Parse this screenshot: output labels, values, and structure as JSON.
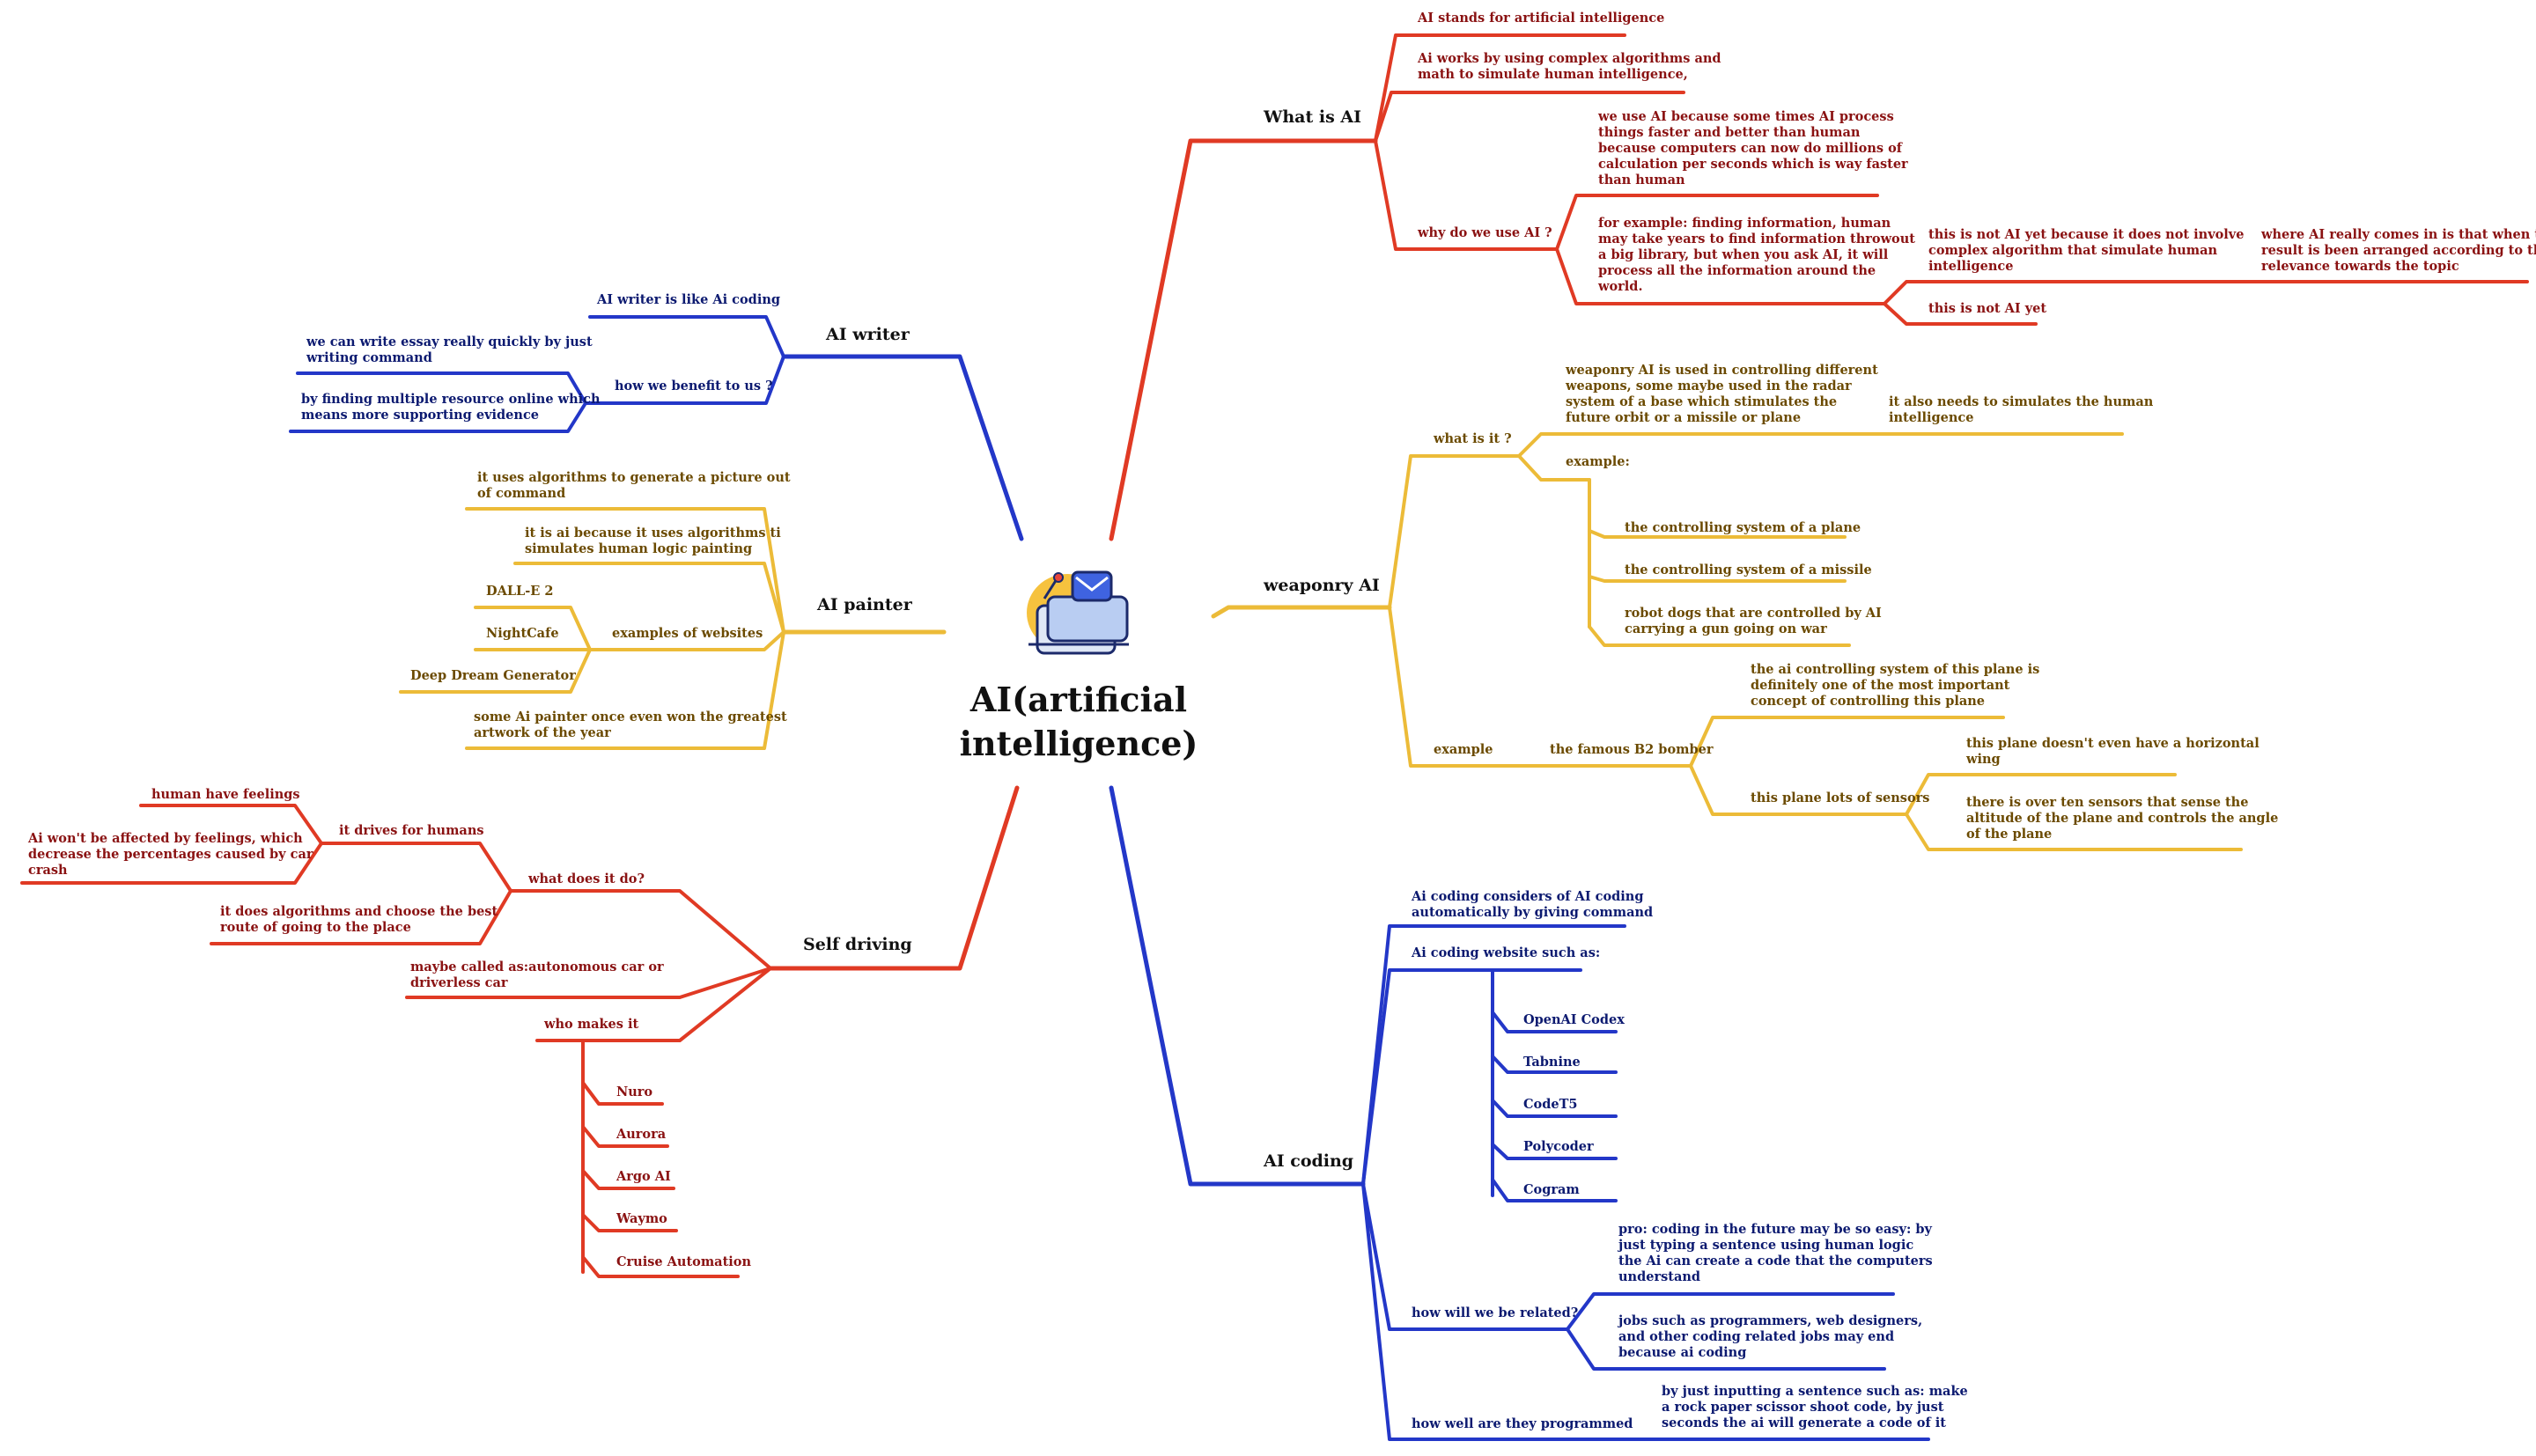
{
  "center": {
    "title_line1": "AI(artificial",
    "title_line2": "intelligence)"
  },
  "colors": {
    "red": "#e03a24",
    "yellow": "#ecbb38",
    "blue": "#2337c8",
    "red_text": "#8a1212",
    "yellow_text": "#6b4a00",
    "blue_text": "#0c1a70"
  },
  "what_is_ai": {
    "title": "What is AI",
    "stands": "AI stands for artificial intelligence",
    "works": [
      "Ai works by using complex algorithms and",
      "math to simulate human intelligence,"
    ],
    "why_label": "why do we use AI ?",
    "because": [
      "we use AI because some times AI process",
      "things faster and better than human",
      "because computers can now do millions of",
      "calculation per seconds which is way faster",
      "than human"
    ],
    "example": [
      "for example:  finding information, human",
      "may take years to find information throwout",
      "a big library, but when you ask AI, it will",
      "process all the information around the",
      "world."
    ],
    "not_yet_1": [
      "this is not AI yet because it does not involve",
      "complex algorithm that simulate human",
      "intelligence"
    ],
    "really": [
      "where AI really comes in is that when the",
      "result is been arranged according to their",
      "relevance towards the topic"
    ],
    "not_yet_2": "this is not AI yet"
  },
  "weaponry": {
    "title": "weaponry AI",
    "what_label": "what is it ?",
    "desc": [
      "weaponry AI is used in controlling different",
      "weapons, some maybe used in the radar",
      "system of a base which stimulates the",
      "future orbit or a missile or plane"
    ],
    "also": [
      "it also needs to simulates the human",
      "intelligence"
    ],
    "example_label": "example:",
    "ex1": "the controlling system of a plane",
    "ex2": "the controlling system of a missile",
    "ex3": [
      "robot dogs that are controlled by AI",
      "carrying a gun going on war"
    ],
    "example2_label": "example",
    "b2": "the famous B2 bomber",
    "b2_desc": [
      "the ai controlling system of this plane is",
      "definitely one of the most important",
      "concept of controlling this plane"
    ],
    "sensors": "this plane lots of sensors",
    "wing": [
      "this plane doesn't even have a horizontal",
      "wing"
    ],
    "over_ten": [
      "there is over ten sensors that sense the",
      "altitude of the plane and controls the angle",
      "of the plane"
    ]
  },
  "coding": {
    "title": "AI coding",
    "considers": [
      "Ai coding considers of AI coding",
      "automatically by giving command"
    ],
    "websites_label": "Ai coding website such as:",
    "sites": [
      "OpenAI Codex",
      "Tabnine",
      "CodeT5",
      "Polycoder",
      "Cogram"
    ],
    "related_label": "how will we be related?",
    "pro": [
      "pro: coding in the future may be so easy: by",
      "just typing a sentence using human logic",
      "the Ai can create a code that the computers",
      "understand"
    ],
    "jobs": [
      "jobs such as programmers, web designers,",
      "and other coding related jobs may end",
      "because ai coding"
    ],
    "programmed_label": "how well are they programmed",
    "inputting": [
      "by just inputting a sentence such as: make",
      "a rock paper scissor shoot code, by just",
      "seconds the ai will generate a code of it"
    ]
  },
  "writer": {
    "title": "AI writer",
    "like": "AI writer is like Ai coding",
    "benefit_label": "how we benefit to us ?",
    "essay": [
      "we can write essay really quickly by just",
      "writing command"
    ],
    "finding": [
      "by finding multiple resource online which",
      "means more supporting evidence"
    ]
  },
  "painter": {
    "title": "AI painter",
    "uses": [
      "it uses algorithms to generate a picture out",
      "of command"
    ],
    "is_ai": [
      "it is ai because it uses algorithms ti",
      "simulates human logic painting"
    ],
    "websites_label": "examples of websites",
    "sites": [
      "DALL-E 2",
      "NightCafe",
      "Deep Dream Generator"
    ],
    "won": [
      "some Ai painter once even won the greatest",
      "artwork of the year"
    ]
  },
  "driving": {
    "title": "Self driving",
    "feelings": "human have feelings",
    "drives": "it drives for humans",
    "wont": [
      "Ai won't be affected by feelings, which",
      "decrease the percentages caused by car",
      "crash"
    ],
    "what_does": "what does it do?",
    "algorithms": [
      "it does algorithms and  choose the best",
      "route of going to the place"
    ],
    "called": [
      "maybe called as:autonomous car or",
      "driverless car"
    ],
    "who": "who makes it",
    "makers": [
      "Nuro",
      "Aurora",
      "Argo AI",
      "Waymo",
      "Cruise Automation"
    ]
  }
}
